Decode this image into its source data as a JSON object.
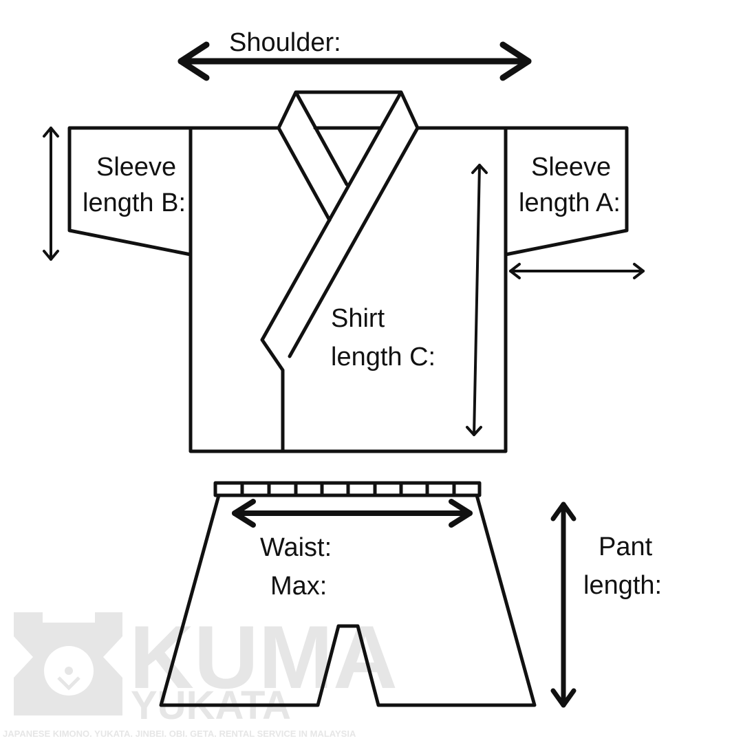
{
  "colors": {
    "line": "#111111",
    "background": "#ffffff",
    "watermark": "#e6e6e6"
  },
  "labels": {
    "shoulder": "Shoulder:",
    "sleeve_b": [
      "Sleeve",
      "length B:"
    ],
    "sleeve_a": [
      "Sleeve",
      "length A:"
    ],
    "shirt": [
      "Shirt",
      "length C:"
    ],
    "waist": "Waist:",
    "max": "Max:",
    "pant": [
      "Pant",
      "length:"
    ]
  },
  "watermark": {
    "brand": "KUMA",
    "sub": "YUKATA",
    "tagline": "JAPANESE KIMONO. YUKATA. JINBEI. OBI. GETA. RENTAL SERVICE IN MALAYSIA",
    "icon": "bear-icon"
  }
}
